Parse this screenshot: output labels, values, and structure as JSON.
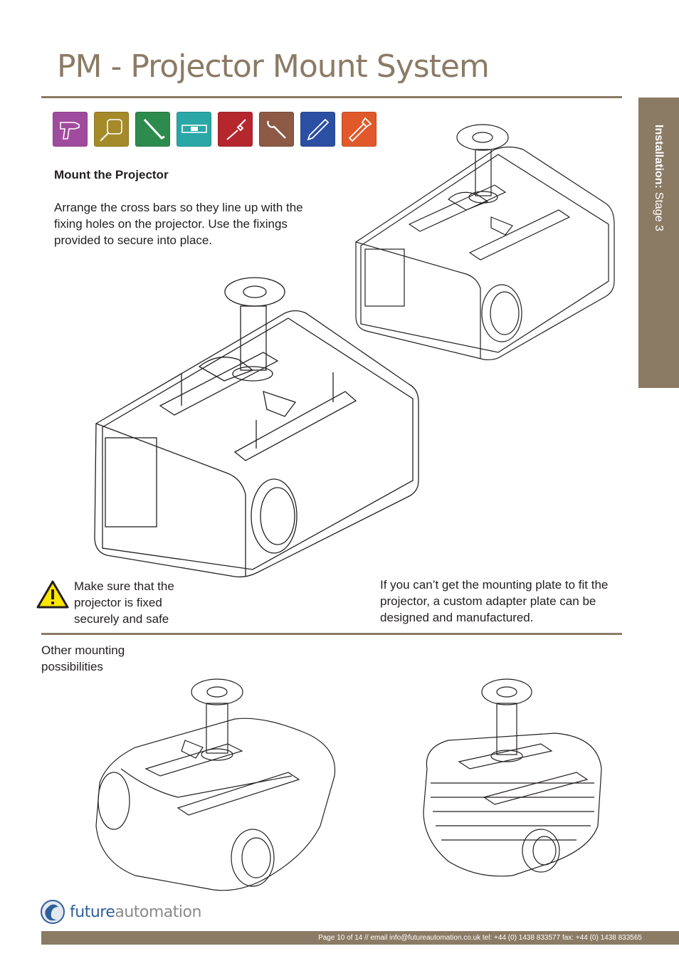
{
  "page": {
    "title": "PM - Projector Mount System",
    "side_tab": {
      "bold": "Installation:",
      "rest": "Stage 3"
    }
  },
  "tools": [
    {
      "icon": "drill-icon",
      "color": "#a04c9e"
    },
    {
      "icon": "tape-measure-icon",
      "color": "#a58a2a"
    },
    {
      "icon": "allen-key-icon",
      "color": "#2e8b4e"
    },
    {
      "icon": "spirit-level-icon",
      "color": "#2aa7a6"
    },
    {
      "icon": "screwdriver-icon",
      "color": "#b5272d"
    },
    {
      "icon": "spanner-icon",
      "color": "#8c5a45"
    },
    {
      "icon": "pencil-icon",
      "color": "#2b4fa3"
    },
    {
      "icon": "saw-icon",
      "color": "#e0592a"
    }
  ],
  "section": {
    "heading": "Mount the Projector",
    "body": "Arrange the cross bars so they line up with the fixing holes on the projector. Use the fixings provided to secure into place."
  },
  "warning": {
    "text": "Make sure that the projector is fixed securely and safe"
  },
  "adapter_note": "If you can’t get the mounting plate to fit the projector, a custom adapter plate can be designed and manufactured.",
  "other": {
    "label": "Other mounting possibilities"
  },
  "logo": {
    "part1": "future",
    "part2": "automation"
  },
  "footer": "Page 10 of 14 // email info@futureautomation.co.uk  tel: +44 (0) 1438 833577  fax: +44 (0) 1438 833565"
}
